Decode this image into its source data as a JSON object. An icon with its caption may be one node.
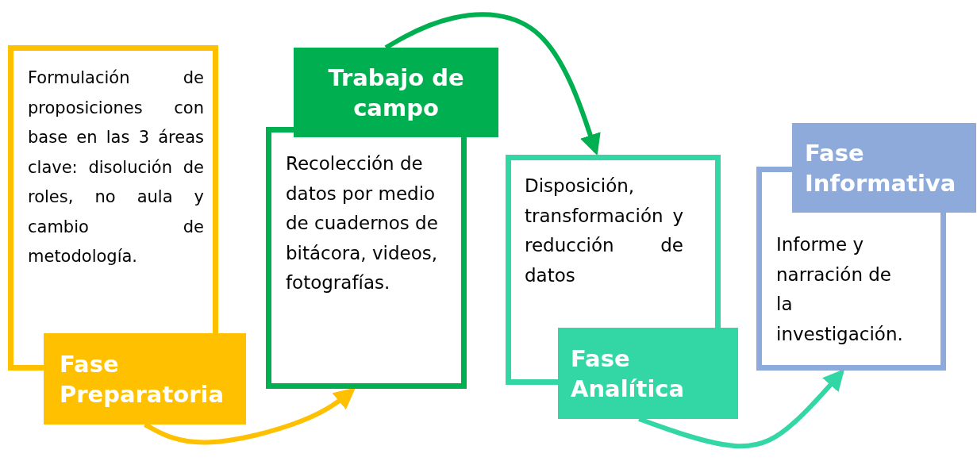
{
  "diagram": {
    "nodes": [
      {
        "text": [
          "Formulación de proposiciones con base en las 3 áreas clave: disolución de roles, no aula y cambio de metodología."
        ]
      },
      {
        "text": [
          "Fase Preparatoria"
        ]
      },
      {
        "text": [
          "Trabajo de campo"
        ]
      },
      {
        "text": [
          "Recolección de datos por medio de cuadernos de bitácora, videos, fotografías."
        ]
      },
      {
        "text": [
          "Disposición, transformación y reducción de datos"
        ]
      },
      {
        "text": [
          "Fase Analítica"
        ]
      },
      {
        "text": [
          "Fase Informativa"
        ]
      },
      {
        "text": [
          "Informe y narración de la investigación."
        ]
      }
    ],
    "edges": [
      {
        "from": 1,
        "to": 3,
        "arrow": "to",
        "color": "#ffc000"
      },
      {
        "from": 2,
        "to": 4,
        "arrow": "to",
        "color": "#00b050"
      },
      {
        "from": 5,
        "to": 7,
        "arrow": "to",
        "color": "#33d6a5"
      }
    ]
  }
}
